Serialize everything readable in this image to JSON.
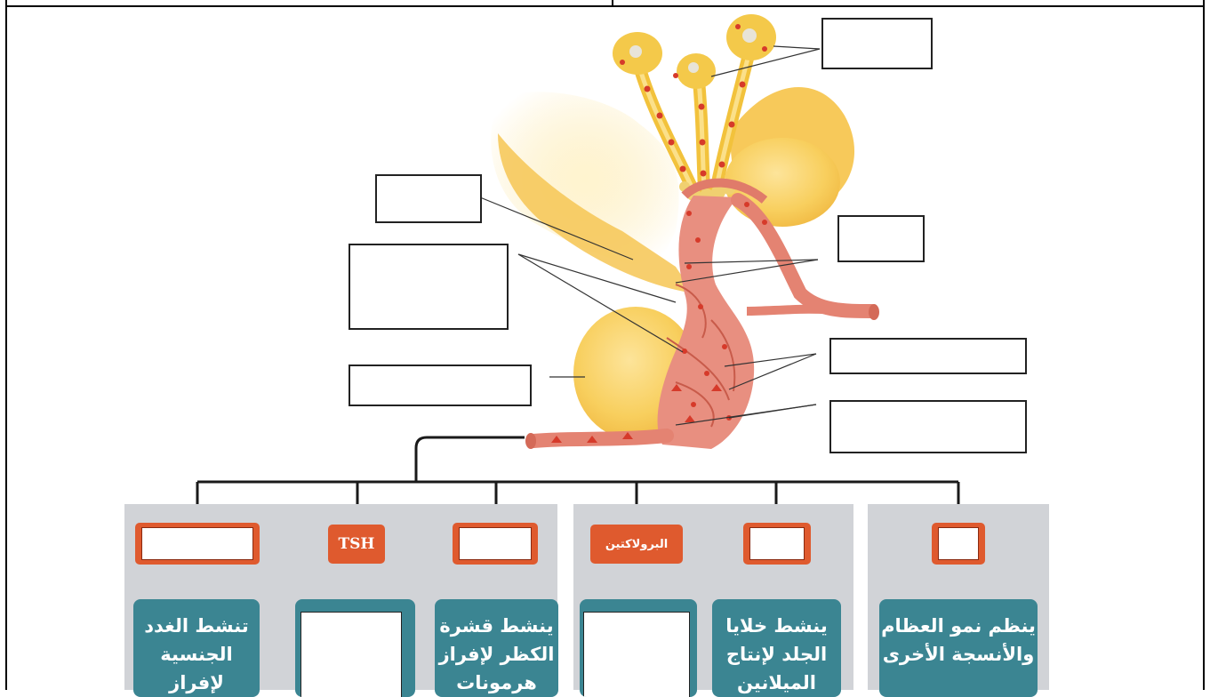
{
  "header_labels": {
    "tsh": "TSH",
    "prolactin": "البرولاكتين"
  },
  "effects": {
    "gonads": "تنشط الغدد الجنسية لإفراز هرمونات",
    "adrenal_cortex": "ينشط قشرة الكظر لإفراز هرمونات",
    "skin_cells": "ينشط خلايا الجلد لإنتاج الميلانين",
    "growth": "ينظم نمو العظام والأنسجة الأخرى"
  },
  "colors": {
    "panel": "#d1d3d7",
    "hormone_box": "#df5a2e",
    "effect_box": "#3b8592",
    "gland_yellow": "#f8cf5e",
    "vessel": "#e48372"
  }
}
